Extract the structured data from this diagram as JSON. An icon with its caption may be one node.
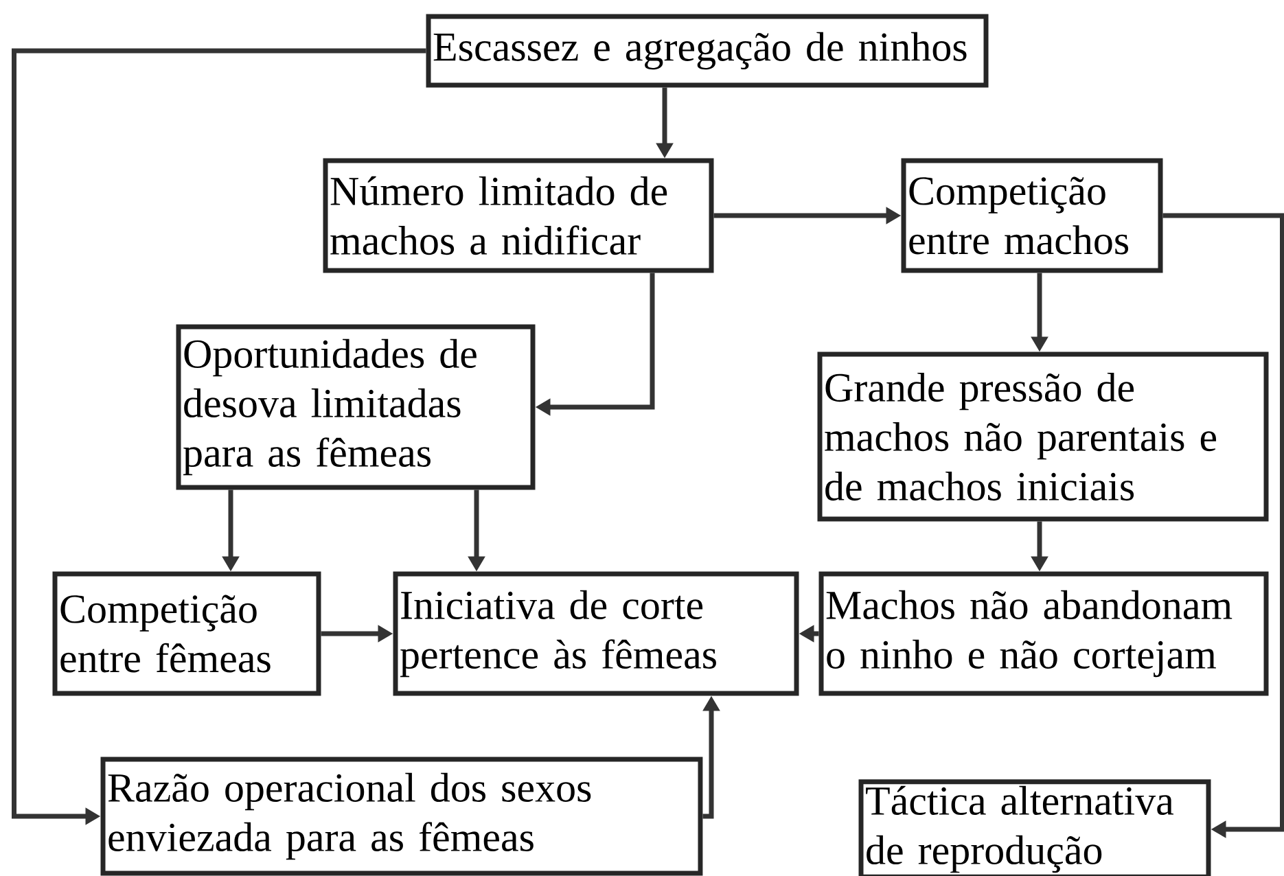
{
  "diagram": {
    "nodes": [
      {
        "text": [
          "Escassez e agregação de ninhos"
        ]
      },
      {
        "text": [
          "Número limitado de machos a nidificar"
        ]
      },
      {
        "text": [
          "Competição entre machos"
        ]
      },
      {
        "text": [
          "Oportunidades de desova limitadas para as fêmeas"
        ]
      },
      {
        "text": [
          "Grande pressão de machos não parentais e de machos iniciais"
        ]
      },
      {
        "text": [
          "Competição entre fêmeas"
        ]
      },
      {
        "text": [
          "Iniciativa de corte pertence às fêmeas"
        ]
      },
      {
        "text": [
          "Machos não abandonam o ninho e não cortejam"
        ]
      },
      {
        "text": [
          "Razão operacional dos sexos enviezada para as fêmeas"
        ]
      },
      {
        "text": [
          "Táctica alternativa de reprodução"
        ]
      }
    ],
    "edges": [
      {
        "from": 0,
        "to": 1,
        "arrow": "to"
      },
      {
        "from": 1,
        "to": 2,
        "arrow": "to"
      },
      {
        "from": 1,
        "to": 3,
        "arrow": "to"
      },
      {
        "from": 2,
        "to": 4,
        "arrow": "to"
      },
      {
        "from": 4,
        "to": 7,
        "arrow": "to"
      },
      {
        "from": 7,
        "to": 6,
        "arrow": "to"
      },
      {
        "from": 3,
        "to": 5,
        "arrow": "to"
      },
      {
        "from": 3,
        "to": 6,
        "arrow": "to"
      },
      {
        "from": 5,
        "to": 6,
        "arrow": "to"
      },
      {
        "from": 8,
        "to": 6,
        "arrow": "to"
      },
      {
        "from": 0,
        "to": 8,
        "arrow": "to"
      },
      {
        "from": 2,
        "to": 9,
        "arrow": "to"
      }
    ]
  }
}
